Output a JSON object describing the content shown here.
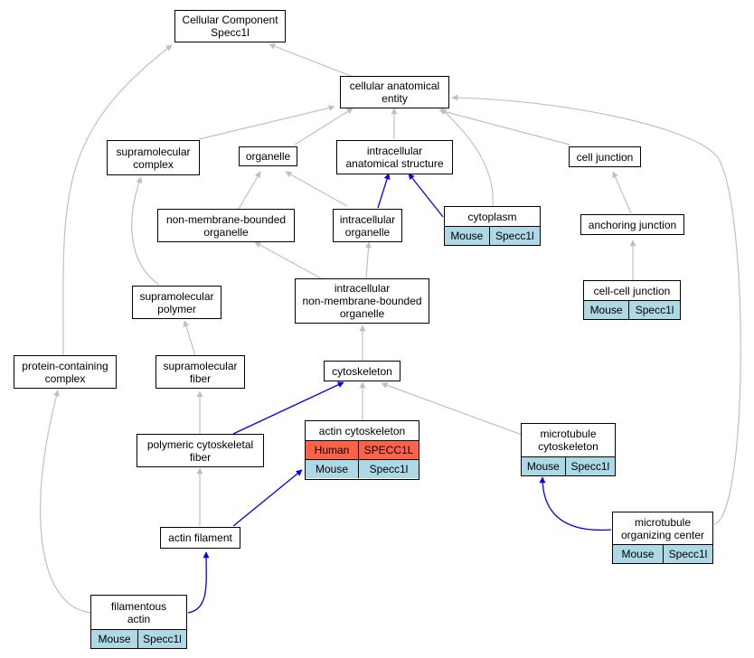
{
  "nodes": {
    "cc_specc1l": "Cellular Component\nSpecc1l",
    "cae": "cellular anatomical\nentity",
    "supramolecular_complex": "supramolecular\ncomplex",
    "organelle": "organelle",
    "intracellular_anatomical_structure": "intracellular\nanatomical structure",
    "cell_junction": "cell junction",
    "nmb_organelle": "non-membrane-bounded\norganelle",
    "intracellular_organelle": "intracellular\norganelle",
    "cytoplasm": "cytoplasm",
    "anchoring_junction": "anchoring junction",
    "supramolecular_polymer": "supramolecular\npolymer",
    "intracellular_nmb_organelle": "intracellular\nnon-membrane-bounded\norganelle",
    "cell_cell_junction": "cell-cell junction",
    "protein_containing_complex": "protein-containing\ncomplex",
    "supramolecular_fiber": "supramolecular\nfiber",
    "cytoskeleton": "cytoskeleton",
    "actin_cytoskeleton": "actin cytoskeleton",
    "microtubule_cytoskeleton": "microtubule\ncytoskeleton",
    "polymeric_cytoskeletal_fiber": "polymeric cytoskeletal\nfiber",
    "actin_filament": "actin filament",
    "microtubule_organizing_center": "microtubule\norganizing center",
    "filamentous_actin": "filamentous\nactin"
  },
  "annotations": {
    "cytoplasm": [
      [
        "Mouse",
        "Specc1l"
      ]
    ],
    "cell_cell_junction": [
      [
        "Mouse",
        "Specc1l"
      ]
    ],
    "actin_cytoskeleton": [
      [
        "Human",
        "SPECC1L"
      ],
      [
        "Mouse",
        "Specc1l"
      ]
    ],
    "microtubule_cytoskeleton": [
      [
        "Mouse",
        "Specc1l"
      ]
    ],
    "microtubule_organizing_center": [
      [
        "Mouse",
        "Specc1l"
      ]
    ],
    "filamentous_actin": [
      [
        "Mouse",
        "Specc1l"
      ]
    ]
  },
  "colors": {
    "edge_is_a": "#c0c0c0",
    "edge_part_of": "#0000ff",
    "species_mouse": "#add8e6",
    "species_human": "#ff6347"
  }
}
